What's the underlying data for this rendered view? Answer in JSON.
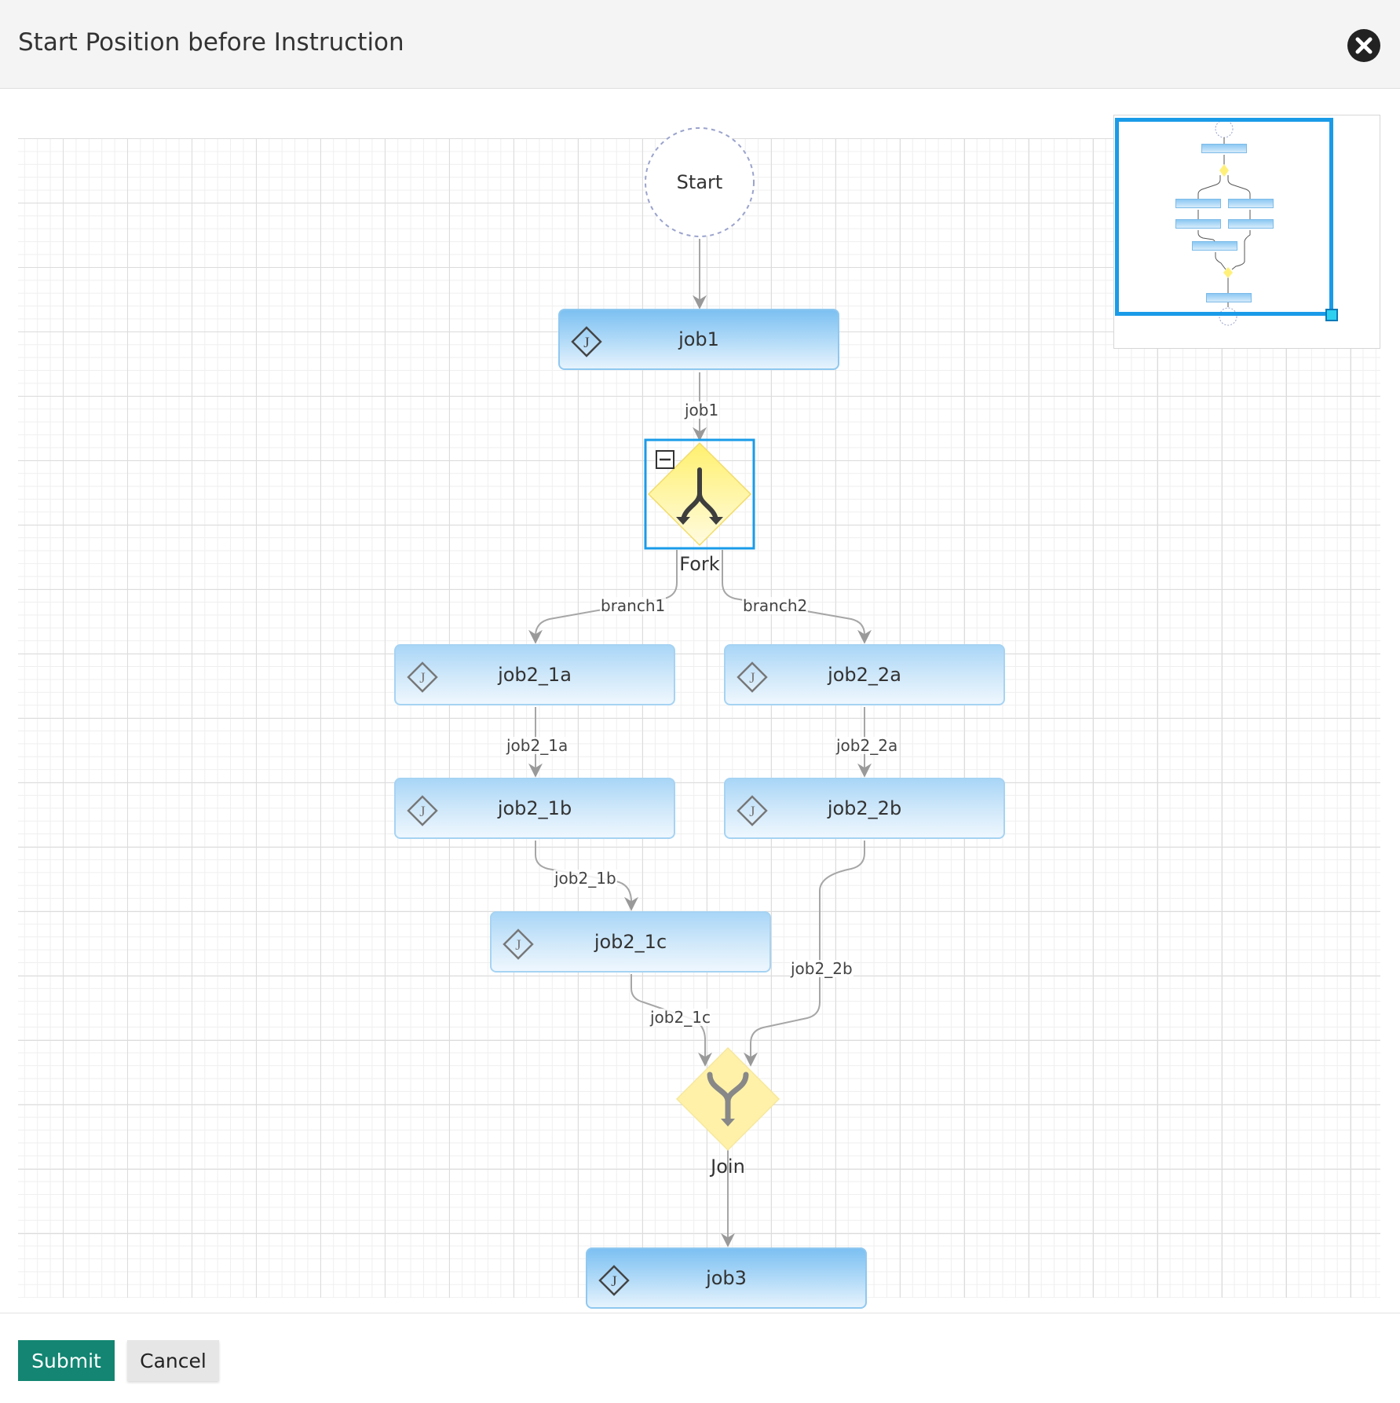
{
  "dialog": {
    "title": "Start Position before Instruction"
  },
  "footer": {
    "submit_label": "Submit",
    "cancel_label": "Cancel"
  },
  "workflow": {
    "start_label": "Start",
    "fork_label": "Fork",
    "join_label": "Join",
    "jobs": {
      "job1": "job1",
      "job2_1a": "job2_1a",
      "job2_1b": "job2_1b",
      "job2_1c": "job2_1c",
      "job2_2a": "job2_2a",
      "job2_2b": "job2_2b",
      "job3": "job3"
    },
    "edges": {
      "job1": "job1",
      "branch1": "branch1",
      "branch2": "branch2",
      "job2_1a": "job2_1a",
      "job2_2a": "job2_2a",
      "job2_1b": "job2_1b",
      "job2_2b": "job2_2b",
      "job2_1c": "job2_1c"
    }
  },
  "icons": {
    "close": "close-icon",
    "job": "job-diamond-icon",
    "fork": "fork-icon",
    "join": "join-icon",
    "collapse": "collapse-icon"
  },
  "colors": {
    "accent": "#1a9be8",
    "submit": "#138572",
    "job_fill": "#7cc0f2",
    "gateway_fill": "#fff07a"
  }
}
